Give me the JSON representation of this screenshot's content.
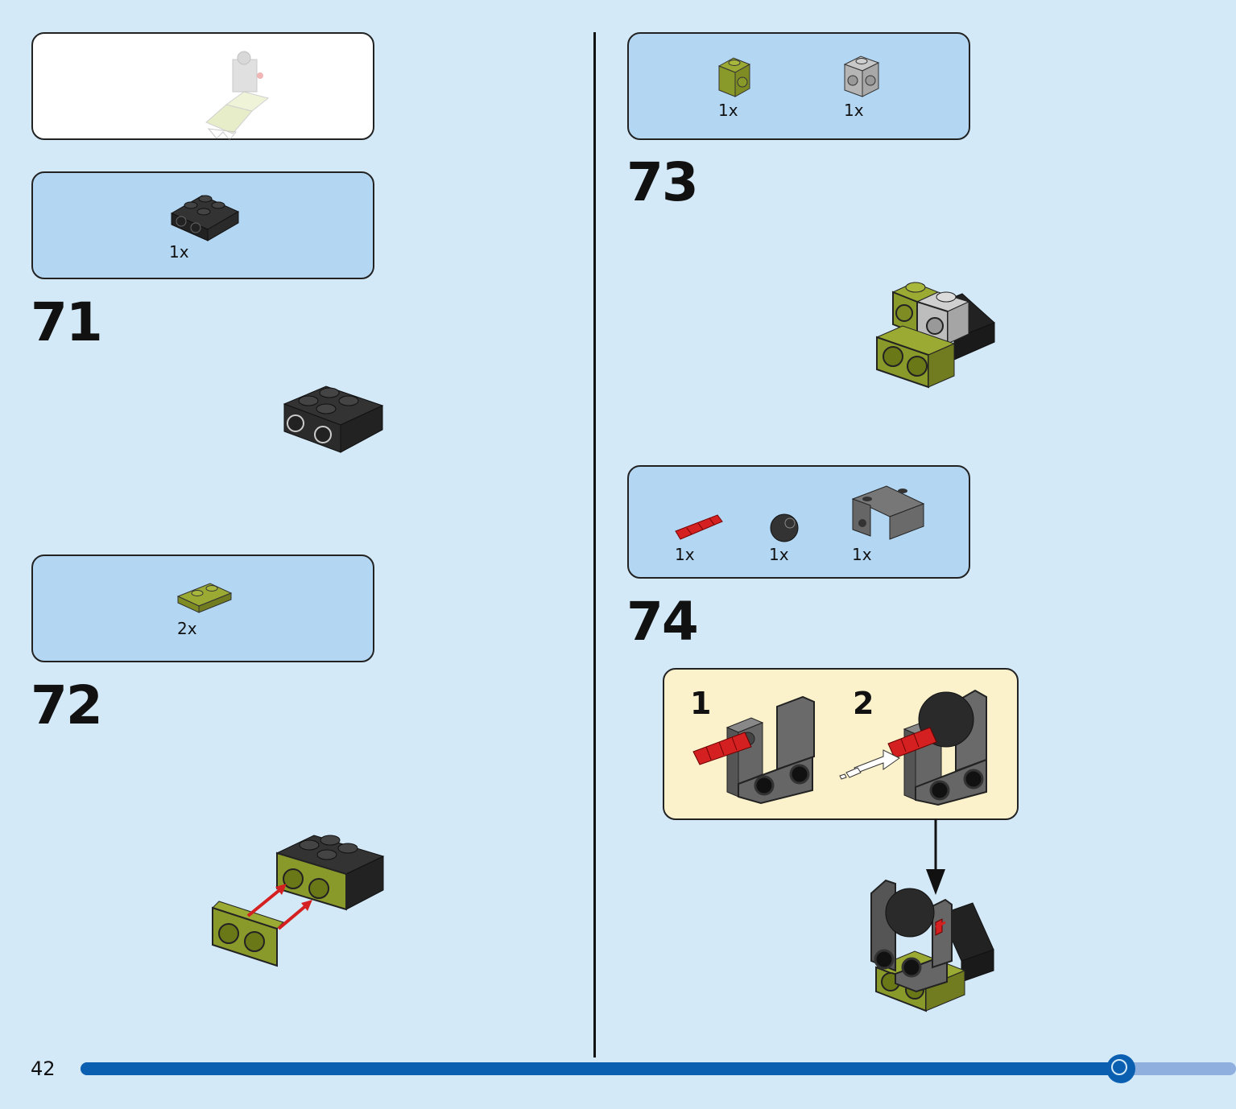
{
  "page_number": "42",
  "progress": 0.9,
  "steps": [
    {
      "number": "71",
      "parts": [
        {
          "qty": "1x",
          "part": "black-plate-2x2-with-side-studs"
        }
      ]
    },
    {
      "number": "72",
      "parts": [
        {
          "qty": "2x",
          "part": "olive-plate-1x2"
        }
      ]
    },
    {
      "number": "73",
      "parts": [
        {
          "qty": "1x",
          "part": "olive-brick-1x1-with-side-stud"
        },
        {
          "qty": "1x",
          "part": "gray-brick-1x1-with-side-studs"
        }
      ]
    },
    {
      "number": "74",
      "parts": [
        {
          "qty": "1x",
          "part": "red-axle-pin"
        },
        {
          "qty": "1x",
          "part": "black-ball"
        },
        {
          "qty": "1x",
          "part": "gray-ball-socket-bracket"
        }
      ],
      "substeps": [
        "1",
        "2"
      ]
    }
  ],
  "colors": {
    "background": "#d3e9f8",
    "parts_box": "#b3d7f3",
    "callout": "#fbf2cc",
    "progress": "#0b5fb0",
    "olive": "#8a9a2a",
    "red": "#d42020"
  }
}
